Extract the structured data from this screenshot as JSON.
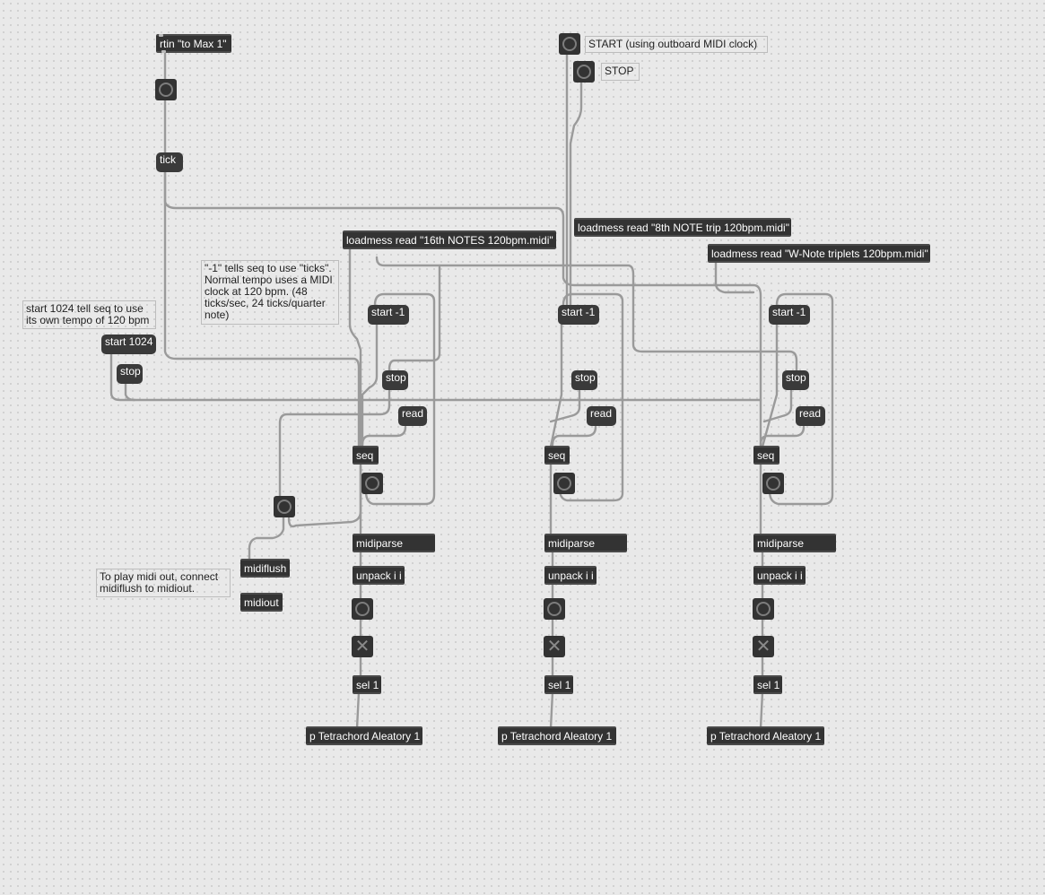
{
  "patcher": {
    "rtin": "rtin \"to Max 1\"",
    "tick": "tick",
    "start_comment": "START (using outboard MIDI clock)",
    "stop_comment": "STOP",
    "loadmess_1": "loadmess read \"16th NOTES 120bpm.midi\"",
    "loadmess_2": "loadmess read \"8th NOTE trip 120bpm.midi\"",
    "loadmess_3": "loadmess read \"W-Note triplets 120bpm.midi\"",
    "ticks_comment": "\"-1\" tells seq to use \"ticks\". Normal tempo uses a MIDI clock at 120 bpm. (48 ticks/sec, 24 ticks/quarter note)",
    "tempo_comment": "start 1024 tell seq to use its own tempo of 120 bpm",
    "start_1024": "start 1024",
    "stop": "stop",
    "start_minus_1": "start -1",
    "read": "read",
    "seq": "seq",
    "midiparse": "midiparse",
    "unpack": "unpack i i",
    "sel": "sel 1",
    "tetrachord": "p Tetrachord Aleatory 1",
    "midiflush": "midiflush",
    "midiout": "midiout",
    "midiout_comment": "To play midi out, connect midiflush to midiout."
  }
}
